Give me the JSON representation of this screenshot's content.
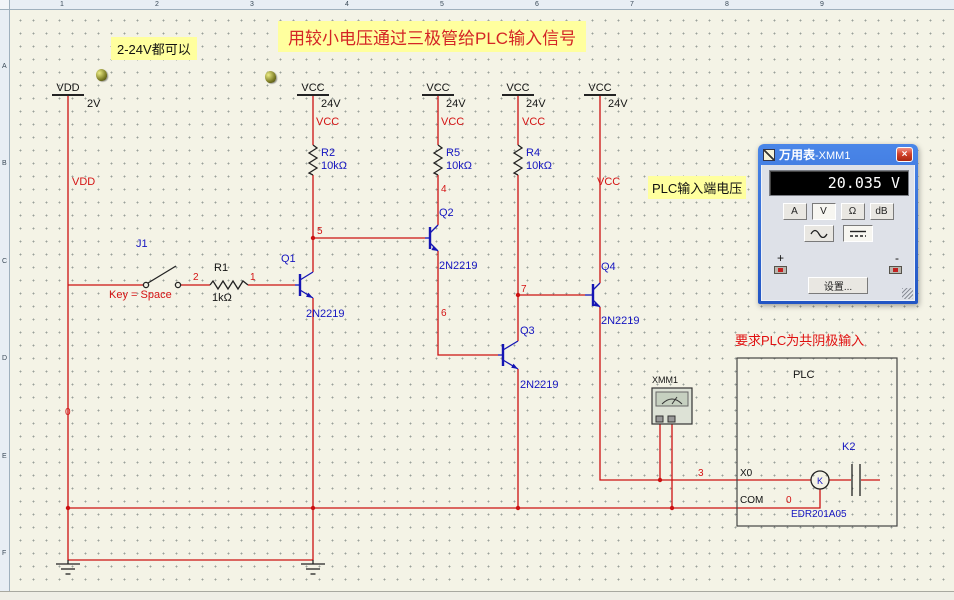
{
  "title": {
    "banner": "用较小电压通过三极管给PLC输入信号"
  },
  "annotations": {
    "voltage_range": "2-24V都可以",
    "plc_input_voltage": "PLC输入端电压",
    "plc_requirement": "要求PLC为共阴极输入"
  },
  "rulers": {
    "top": [
      "1",
      "2",
      "3",
      "4",
      "5",
      "6",
      "7",
      "8",
      "9"
    ],
    "left": [
      "A",
      "B",
      "C",
      "D",
      "E",
      "F"
    ]
  },
  "power": {
    "vdd": {
      "label": "VDD",
      "value": "2V",
      "net": "VDD"
    },
    "vcc1": {
      "label": "VCC",
      "value": "24V",
      "net": "VCC"
    },
    "vcc2": {
      "label": "VCC",
      "value": "24V",
      "net": "VCC"
    },
    "vcc3": {
      "label": "VCC",
      "value": "24V",
      "net": "VCC"
    },
    "vcc4": {
      "label": "VCC",
      "value": "24V",
      "net": "VCC"
    }
  },
  "components": {
    "j1": {
      "ref": "J1",
      "note": "Key = Space"
    },
    "r1": {
      "ref": "R1",
      "value": "1kΩ"
    },
    "r2": {
      "ref": "R2",
      "value": "10kΩ"
    },
    "r5": {
      "ref": "R5",
      "value": "10kΩ"
    },
    "r4": {
      "ref": "R4",
      "value": "10kΩ"
    },
    "q1": {
      "ref": "Q1",
      "value": "2N2219"
    },
    "q2": {
      "ref": "Q2",
      "value": "2N2219"
    },
    "q3": {
      "ref": "Q3",
      "value": "2N2219"
    },
    "q4": {
      "ref": "Q4",
      "value": "2N2219"
    },
    "xmm1": {
      "ref": "XMM1"
    },
    "k2": {
      "ref": "K2",
      "value": "EDR201A05",
      "coil": "K"
    }
  },
  "nets": {
    "n0_left": "0",
    "n0_plc": "0",
    "n1": "1",
    "n2": "2",
    "n3": "3",
    "n4": "4",
    "n5": "5",
    "n6": "6",
    "n7": "7"
  },
  "plc": {
    "title": "PLC",
    "x0": "X0",
    "com": "COM"
  },
  "multimeter": {
    "title": "万用表",
    "title_suffix": "-XMM1",
    "reading": "20.035 V",
    "mode_a": "A",
    "mode_v": "V",
    "mode_ohm": "Ω",
    "mode_db": "dB",
    "settings": "设置...",
    "plus": "+",
    "minus": "-"
  },
  "icons": {
    "close_glyph": "×",
    "canvas_keys": "key-icon",
    "instrument": "multimeter-icon"
  },
  "colors": {
    "wire": "#cc1111",
    "component_symbol": "#1515b4",
    "net_label": "#d41414",
    "highlight": "#ffff9e",
    "banner_text": "#d42525",
    "titlebar_blue": "#2b5bd7",
    "display_bg": "#000000",
    "display_text": "#ffffff"
  }
}
